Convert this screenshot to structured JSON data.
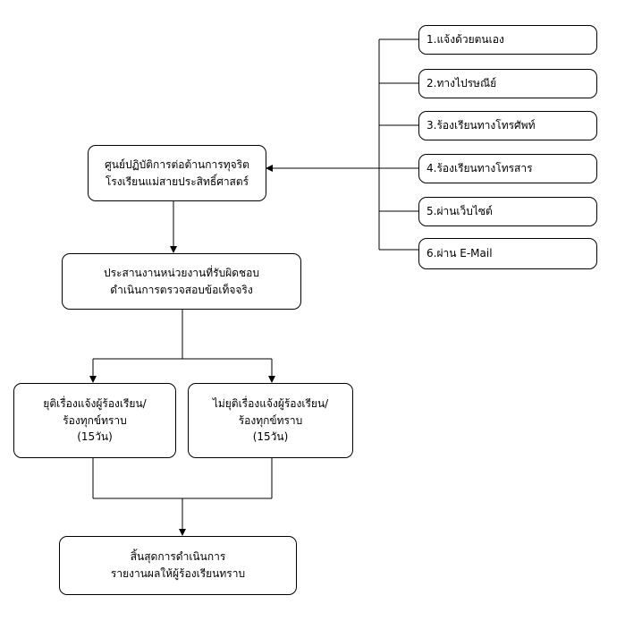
{
  "channels": [
    "1.แจ้งด้วยตนเอง",
    "2.ทางไปรษณีย์",
    "3.ร้องเรียนทางโทรศัพท์",
    "4.ร้องเรียนทางโทรสาร",
    "5.ผ่านเว็บไซต์",
    "6.ผ่าน E-Mail"
  ],
  "center_box": {
    "line1": "ศูนย์ปฏิบัติการต่อต้านการทุจริต",
    "line2": "โรงเรียนแม่สายประสิทธิ์ศาสตร์"
  },
  "coordinate_box": {
    "line1": "ประสานงานหน่วยงานที่รับผิดชอบ",
    "line2": "ดำเนินการตรวจสอบข้อเท็จจริง"
  },
  "resolved_box": {
    "line1": "ยุติเรื่องแจ้งผู้ร้องเรียน/",
    "line2": "ร้องทุกข์ทราบ",
    "line3": "(15วัน)"
  },
  "unresolved_box": {
    "line1": "ไม่ยุติเรื่องแจ้งผู้ร้องเรียน/",
    "line2": "ร้องทุกข์ทราบ",
    "line3": "(15วัน)"
  },
  "end_box": {
    "line1": "สิ้นสุดการดำเนินการ",
    "line2": "รายงานผลให้ผู้ร้องเรียนทราบ"
  }
}
